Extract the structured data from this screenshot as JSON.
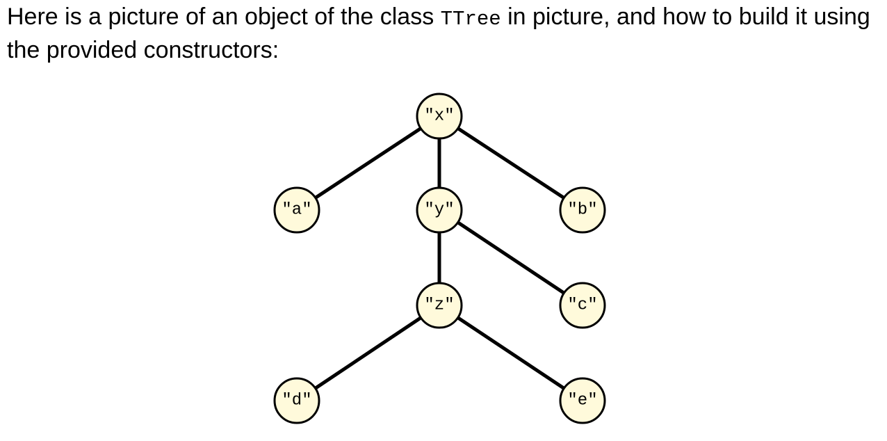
{
  "intro": {
    "before_code": "Here is a picture of an object of the class ",
    "code": "TTree",
    "after_code": " in picture, and how to build it using the provided constructors:"
  },
  "tree": {
    "node_fill": "#fffadb",
    "stroke_color": "#000000",
    "nodes": [
      {
        "id": "x",
        "label": "\"x\""
      },
      {
        "id": "a",
        "label": "\"a\""
      },
      {
        "id": "y",
        "label": "\"y\""
      },
      {
        "id": "b",
        "label": "\"b\""
      },
      {
        "id": "z",
        "label": "\"z\""
      },
      {
        "id": "c",
        "label": "\"c\""
      },
      {
        "id": "d",
        "label": "\"d\""
      },
      {
        "id": "e",
        "label": "\"e\""
      }
    ],
    "edges": [
      {
        "from": "x",
        "to": "a"
      },
      {
        "from": "x",
        "to": "y"
      },
      {
        "from": "x",
        "to": "b"
      },
      {
        "from": "y",
        "to": "z"
      },
      {
        "from": "y",
        "to": "c"
      },
      {
        "from": "z",
        "to": "d"
      },
      {
        "from": "z",
        "to": "e"
      }
    ]
  }
}
